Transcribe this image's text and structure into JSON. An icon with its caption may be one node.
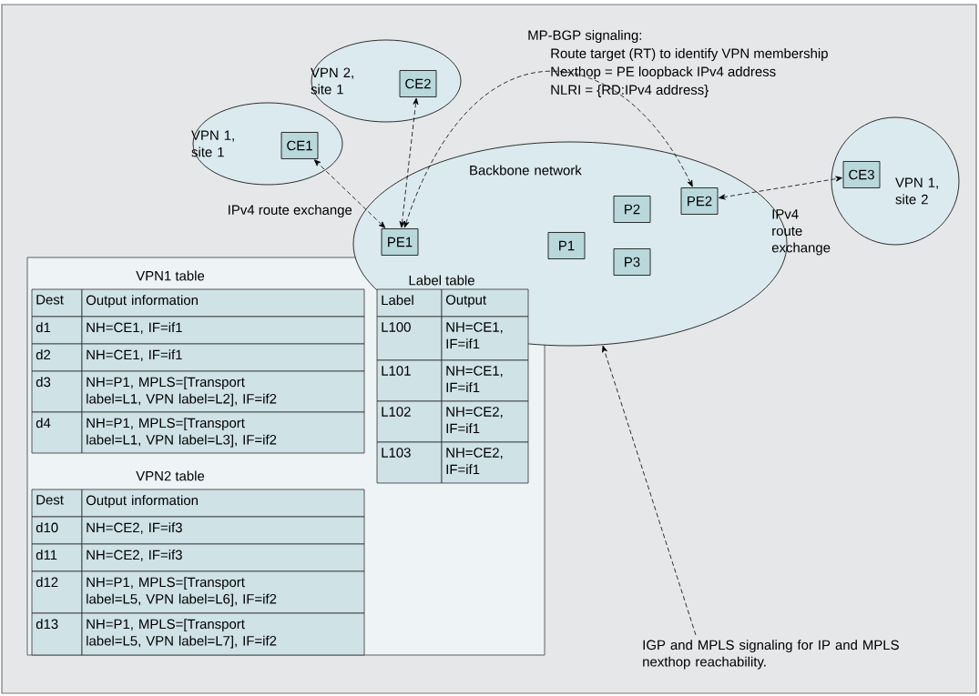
{
  "diagram": {
    "nodes": [
      {
        "text": [
          "VPN 2, site 1"
        ]
      },
      {
        "text": [
          "CE2"
        ],
        "in": 0
      },
      {
        "text": [
          "VPN 1, site 1"
        ]
      },
      {
        "text": [
          "CE1"
        ],
        "in": 2
      },
      {
        "text": [
          "Backbone network"
        ]
      },
      {
        "text": [
          "PE1"
        ],
        "in": 4
      },
      {
        "text": [
          "P2"
        ],
        "in": 4
      },
      {
        "text": [
          "PE2"
        ],
        "in": 4
      },
      {
        "text": [
          "P1"
        ],
        "in": 4
      },
      {
        "text": [
          "P3"
        ],
        "in": 4
      },
      {
        "text": [
          "VPN 1, site 2"
        ]
      },
      {
        "text": [
          "CE3"
        ],
        "in": 10
      },
      {
        "text": [
          "IGP and MPLS signaling for IP and MPLS nexthop reachability."
        ]
      }
    ],
    "edges": [
      {
        "from": 5,
        "to": 3,
        "arrow": "both",
        "style": "dashed"
      },
      {
        "from": 5,
        "to": 1,
        "arrow": "both",
        "style": "dashed"
      },
      {
        "from": 5,
        "to": 7,
        "arrow": "both",
        "style": "dashed"
      },
      {
        "from": 7,
        "to": 11,
        "arrow": "both",
        "style": "dashed"
      },
      {
        "from": 12,
        "to": 4,
        "arrow": "to",
        "style": "dashed"
      }
    ],
    "labels": [
      "MP-BGP signaling:",
      "Route target (RT) to identify VPN membership",
      "Nexthop = PE loopback IPv4 address",
      "NLRI = {RD:IPv4 address}",
      "IPv4 route exchange",
      "IPv4 route exchange",
      "VPN1 table",
      "Label table",
      "Dest",
      "Output information",
      "d1",
      "NH=CE1, IF=if1",
      "d2",
      "NH=CE1, IF=if1",
      "d3",
      "NH=P1, MPLS=[Transport label=L1, VPN label=L2], IF=if2",
      "d4",
      "NH=P1, MPLS=[Transport label=L1, VPN label=L3], IF=if2",
      "Label",
      "Output",
      "L100",
      "NH=CE1, IF=if1",
      "L101",
      "NH=CE1, IF=if1",
      "L102",
      "NH=CE2, IF=if1",
      "L103",
      "NH=CE2, IF=if1",
      "VPN2 table",
      "Dest",
      "Output information",
      "d10",
      "NH=CE2, IF=if3",
      "d11",
      "NH=CE2, IF=if3",
      "d12",
      "NH=P1, MPLS=[Transport label=L5, VPN label=L6], IF=if2",
      "d13",
      "NH=P1, MPLS=[Transport label=L5, VPN label=L7], IF=if2"
    ]
  }
}
